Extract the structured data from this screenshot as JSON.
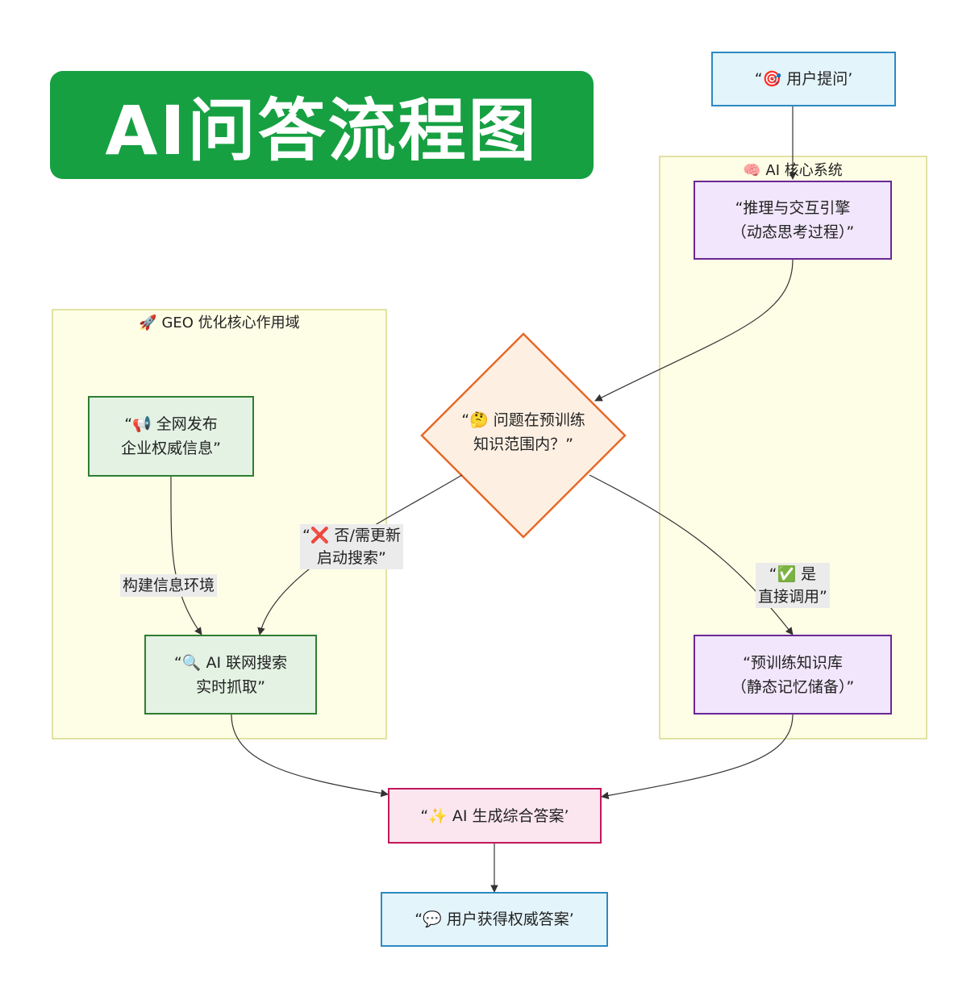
{
  "title": "AI问答流程图",
  "groups": {
    "core": {
      "label": "🧠 AI 核心系统"
    },
    "geo": {
      "label": "🚀 GEO 优化核心作用域"
    }
  },
  "nodes": {
    "user_question": {
      "text": "“🎯 用户提问’"
    },
    "reasoning_engine": {
      "line1": "“推理与交互引擎",
      "line2": "（动态思考过程）”"
    },
    "decision": {
      "line1": "“🤔 问题在预训练",
      "line2": "知识范围内？”"
    },
    "publish_info": {
      "line1": "“📢 全网发布",
      "line2": "企业权威信息”"
    },
    "ai_search": {
      "line1": "“🔍 AI 联网搜索",
      "line2": "实时抓取”"
    },
    "pretrained_kb": {
      "line1": "“预训练知识库",
      "line2": "（静态记忆储备）”"
    },
    "generate_answer": {
      "text": "“✨ AI 生成综合答案’"
    },
    "final_answer": {
      "text": "“💬 用户获得权威答案’"
    }
  },
  "edge_labels": {
    "build_env": "构建信息环境",
    "no_search": {
      "line1": "“❌ 否/需更新",
      "line2": "启动搜索”"
    },
    "yes_direct": {
      "line1": "“✅ 是",
      "line2": "直接调用”"
    }
  },
  "colors": {
    "title_banner": "#17a042",
    "group_fill": "#fefee6",
    "group_border": "#d8d98a",
    "blue_node": "#e3f4fb",
    "purple_node": "#f1e6fb",
    "green_node": "#e3f2e3",
    "pink_node": "#fbe5ef",
    "decision_fill": "#fdf0e3",
    "decision_border": "#e8692a",
    "edge": "#333333"
  }
}
